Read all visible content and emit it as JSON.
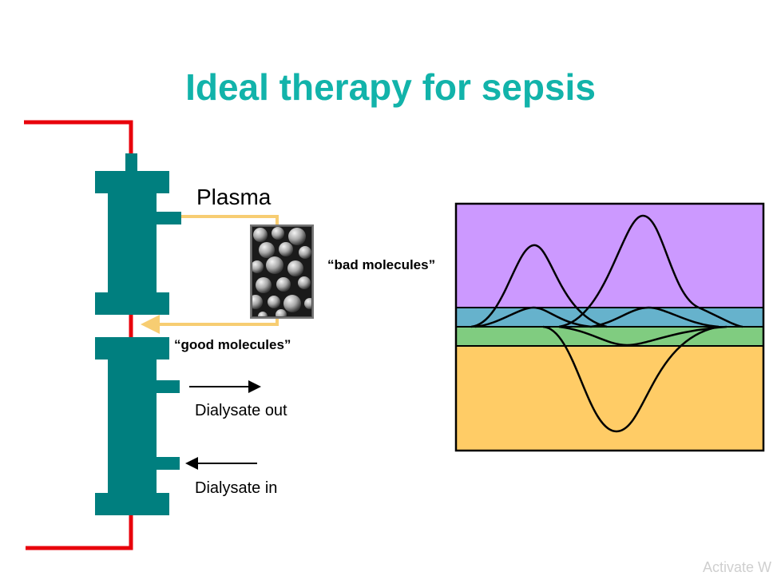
{
  "title": "Ideal therapy for sepsis",
  "labels": {
    "plasma": "Plasma",
    "bad_molecules": "“bad molecules”",
    "good_molecules": "“good molecules”",
    "dialysate_out": "Dialysate out",
    "dialysate_in": "Dialysate in"
  },
  "watermark": "Activate W",
  "colors": {
    "title": "#12b3aa",
    "filter": "#007f7f",
    "blood_line": "#e8000b",
    "plasma_line": "#f7cd72",
    "panel_top": "#cc99ff",
    "panel_band_blue": "#66b2cc",
    "panel_band_green": "#80cc80",
    "panel_bottom": "#ffcc66"
  },
  "icons": {
    "sorbent": "sorbent-beads-image",
    "arrow_out": "arrow-right-icon",
    "arrow_in": "arrow-left-icon"
  }
}
